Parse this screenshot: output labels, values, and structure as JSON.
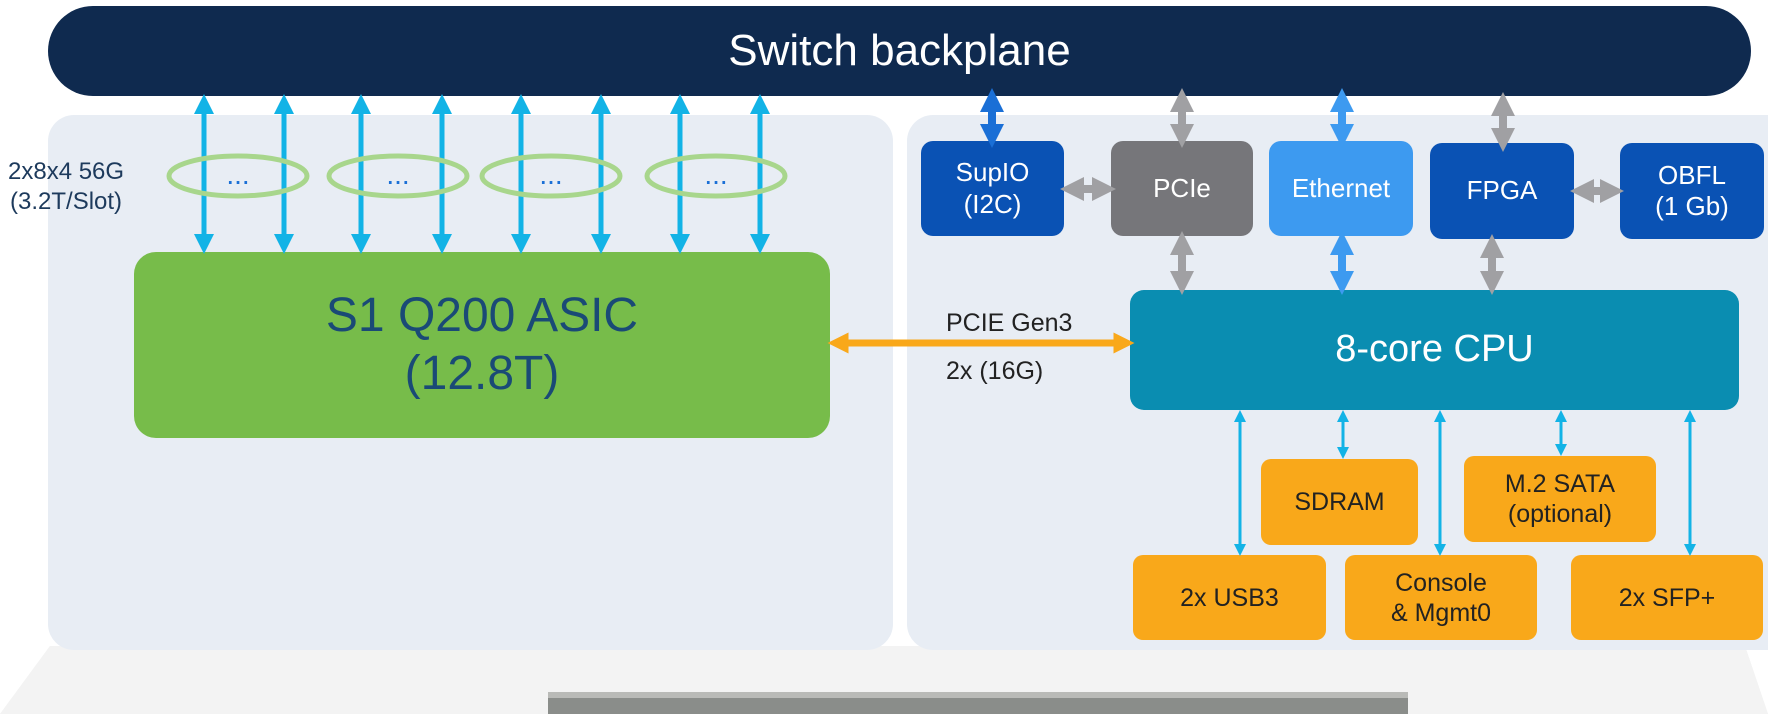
{
  "backplane": {
    "title": "Switch backplane"
  },
  "left": {
    "link_label": "2x8x4 56G\n(3.2T/Slot)",
    "bundles": [
      "...",
      "...",
      "...",
      "..."
    ],
    "asic_line1": "S1 Q200 ASIC",
    "asic_line2": "(12.8T)"
  },
  "link": {
    "top": "PCIE Gen3",
    "bottom": "2x (16G)"
  },
  "right": {
    "supio": "SupIO\n(I2C)",
    "pcie": "PCIe",
    "ethernet": "Ethernet",
    "fpga": "FPGA",
    "obfl": "OBFL\n(1 Gb)",
    "cpu": "8-core CPU",
    "sdram": "SDRAM",
    "m2": "M.2 SATA\n(optional)",
    "usb": "2x USB3",
    "console": "Console\n& Mgmt0",
    "sfp": "2x SFP+"
  },
  "colors": {
    "backplane": "#0f2a4f",
    "panel": "#e8edf4",
    "asic": "#77bc4a",
    "cpu": "#0a8db1",
    "dark_blue": "#0a52b4",
    "gray": "#76767a",
    "light_blue": "#3d9af0",
    "orange": "#f9a81a",
    "cyan_arrow": "#12b3e6",
    "bundle_ring": "#a8d68c"
  }
}
